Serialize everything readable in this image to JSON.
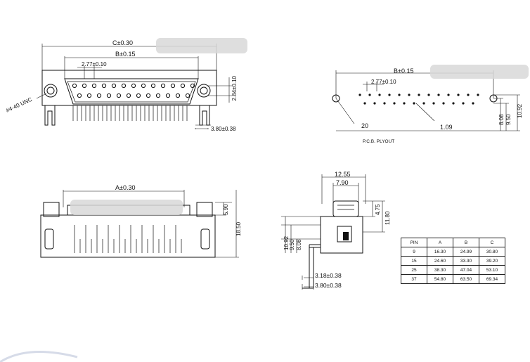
{
  "front_view": {
    "dim_c": "C±0.30",
    "dim_b": "B±0.15",
    "dim_pitch": "2.77±0.10",
    "dim_height": "2.84±0.10",
    "dim_thread": "#4-40 UNC",
    "dim_tail": "3.80±0.38"
  },
  "pcb_view": {
    "dim_b": "B±0.15",
    "dim_pitch": "2.77±0.10",
    "dim_v1": "8.08",
    "dim_v2": "9.50",
    "dim_v3": "10.92",
    "hole_small": "20",
    "hole_pin": "1.09",
    "caption": "P.C.B. PLYOUT"
  },
  "bottom_view": {
    "dim_a": "A±0.30",
    "dim_h1": "5.90",
    "dim_h2": "18.50"
  },
  "side_view": {
    "dim_w1": "12.55",
    "dim_w2": "7.90",
    "dim_h1": "4.75",
    "dim_h2": "11.80",
    "dim_l1": "10.92",
    "dim_l2": "9.50",
    "dim_l3": "8.08",
    "dim_b1": "3.18±0.38",
    "dim_b2": "3.80±0.38"
  },
  "spec_table": {
    "headers": [
      "PIN",
      "A",
      "B",
      "C"
    ],
    "rows": [
      [
        "9",
        "16.30",
        "24.99",
        "30.80"
      ],
      [
        "15",
        "24.60",
        "33.30",
        "39.20"
      ],
      [
        "25",
        "38.30",
        "47.04",
        "53.10"
      ],
      [
        "37",
        "54.80",
        "63.50",
        "69.34"
      ]
    ]
  }
}
